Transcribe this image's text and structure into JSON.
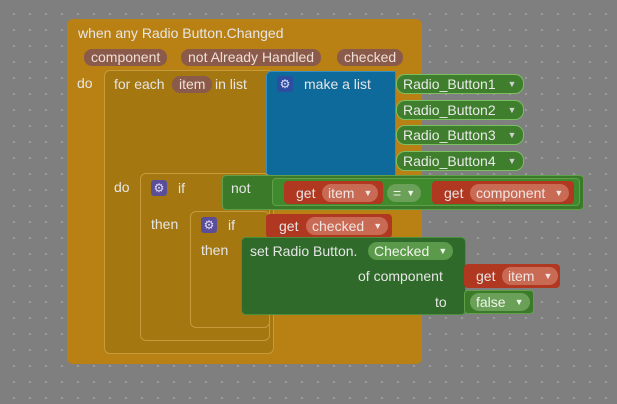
{
  "event": {
    "title": "when any Radio Button.Changed",
    "params": [
      "component",
      "notAlreadyHandled",
      "checked"
    ],
    "param_labels": {
      "component": "component",
      "notAlreadyHandled": "not Already Handled",
      "checked": "checked"
    },
    "do_label": "do"
  },
  "for_each": {
    "prefix": "for each",
    "var": "item",
    "suffix": "in list",
    "do_label": "do"
  },
  "make_list": {
    "label": "make a list",
    "items": [
      "Radio_Button1",
      "Radio_Button2",
      "Radio_Button3",
      "Radio_Button4"
    ]
  },
  "outer_if": {
    "if_label": "if",
    "then_label": "then",
    "not_label": "not",
    "get_label": "get",
    "left_var": "item",
    "op": "=",
    "right_var": "component"
  },
  "inner_if": {
    "if_label": "if",
    "then_label": "then",
    "get_label": "get",
    "var": "checked"
  },
  "set_block": {
    "prefix": "set Radio Button.",
    "property": "Checked",
    "of_component_label": "of component",
    "get_label": "get",
    "component_var": "item",
    "to_label": "to",
    "value": "false"
  },
  "icons": {
    "mutator": "gear-icon",
    "dropdown": "chevron-down-icon"
  }
}
